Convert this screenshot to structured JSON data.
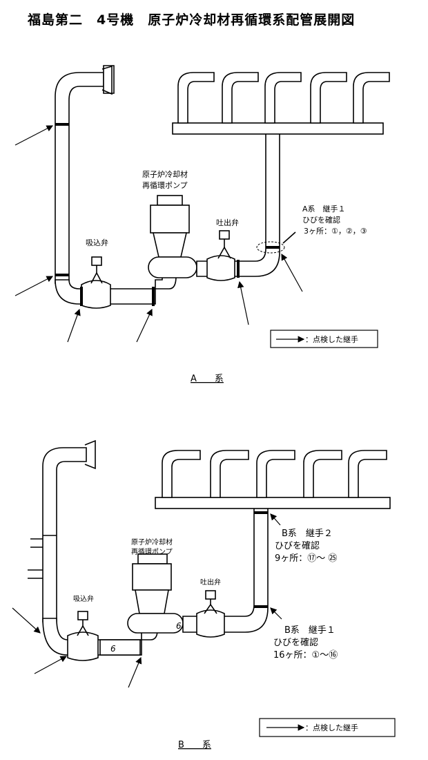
{
  "title": "福島第二　4号機　原子炉冷却材再循環系配管展開図",
  "systemA": {
    "caption": "A　　系",
    "pump_label_line1": "原子炉冷却材",
    "pump_label_line2": "再循環ポンプ",
    "suction_valve": "吸込弁",
    "discharge_valve": "吐出弁",
    "joint_note_line1": "A系　継手１",
    "joint_note_line2": "ひびを確認",
    "joint_note_line3": "3ヶ所：①，②，③",
    "legend": "：点検した継手"
  },
  "systemB": {
    "caption": "B　　系",
    "pump_label_line1": "原子炉冷却材",
    "pump_label_line2": "再循環ポンプ",
    "suction_valve": "吸込弁",
    "discharge_valve": "吐出弁",
    "joint2_line1": "B系　継手２",
    "joint2_line2": "ひびを確認",
    "joint2_line3": "9ヶ所：⑰～ ㉕",
    "joint1_line1": "B系　継手１",
    "joint1_line2": "ひびを確認",
    "joint1_line3": "16ヶ所：①～⑯",
    "legend": "：点検した継手"
  }
}
